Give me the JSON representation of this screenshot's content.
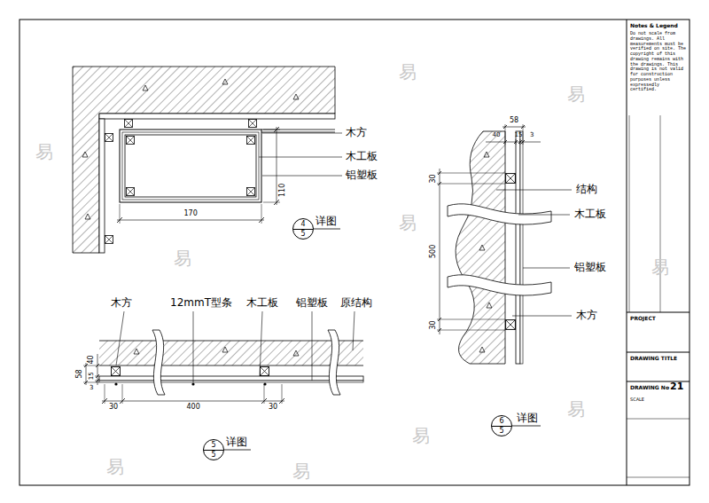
{
  "diagram": {
    "nodes": [
      {
        "text": [
          "4",
          "5"
        ]
      },
      {
        "text": [
          "5",
          "5"
        ]
      },
      {
        "text": [
          "6",
          "5"
        ]
      }
    ],
    "labels": [
      "木方",
      "木工板",
      "铝塑板",
      "170",
      "110",
      "详图",
      "木方",
      "12mmT型条",
      "木工板",
      "铝塑板",
      "原结构",
      "58",
      "40",
      "15",
      "3",
      "30",
      "400",
      "30",
      "详图",
      "58",
      "40",
      "15",
      "3",
      "30",
      "500",
      "30",
      "结构",
      "木工板",
      "铝塑板",
      "木方",
      "详图",
      "Notes & Legend",
      "Do not scale from drawings. All measurements must be verified on site. The copyright of this drawing remains with the drawings. This drawing is not valid for construction purposes unless expressedly certified.",
      "PROJECT",
      "DRAWING TITLE",
      "DRAWING No",
      "21",
      "SCALE",
      "易",
      "易",
      "易",
      "易",
      "易",
      "易",
      "易",
      "易",
      "易",
      "易"
    ]
  }
}
